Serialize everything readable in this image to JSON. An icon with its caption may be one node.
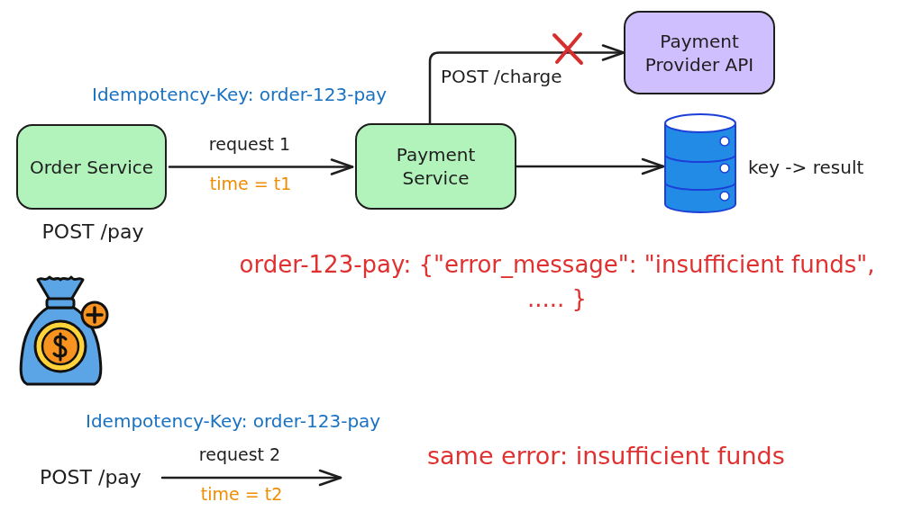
{
  "diagram": {
    "nodes": [
      {
        "text": [
          "Order Service"
        ],
        "beside": [
          "POST /pay"
        ]
      },
      {
        "text": [
          "Payment Service"
        ]
      },
      {
        "text": [
          "Payment Provider API"
        ]
      },
      {
        "text": [],
        "shape": "cylinder",
        "beside": [
          "key -> result"
        ]
      },
      {
        "text": [
          "POST /pay"
        ]
      }
    ],
    "edges": [
      {
        "from": 0,
        "to": 1,
        "arrow": "to",
        "label": "request 1"
      },
      {
        "from": 1,
        "to": 2,
        "arrow": "to",
        "label": "POST /charge"
      },
      {
        "from": 1,
        "to": 3,
        "arrow": "to"
      },
      {
        "from": 4,
        "to": null,
        "arrow": "to",
        "label": "request 2"
      }
    ],
    "labels": [
      "Idempotency-Key: order-123-pay",
      "time = t1",
      "order-123-pay: {\"error_message\": \"insufficient funds\", ..... }",
      "Idempotency-Key: order-123-pay",
      "time = t2",
      "same error: insufficient funds"
    ]
  }
}
